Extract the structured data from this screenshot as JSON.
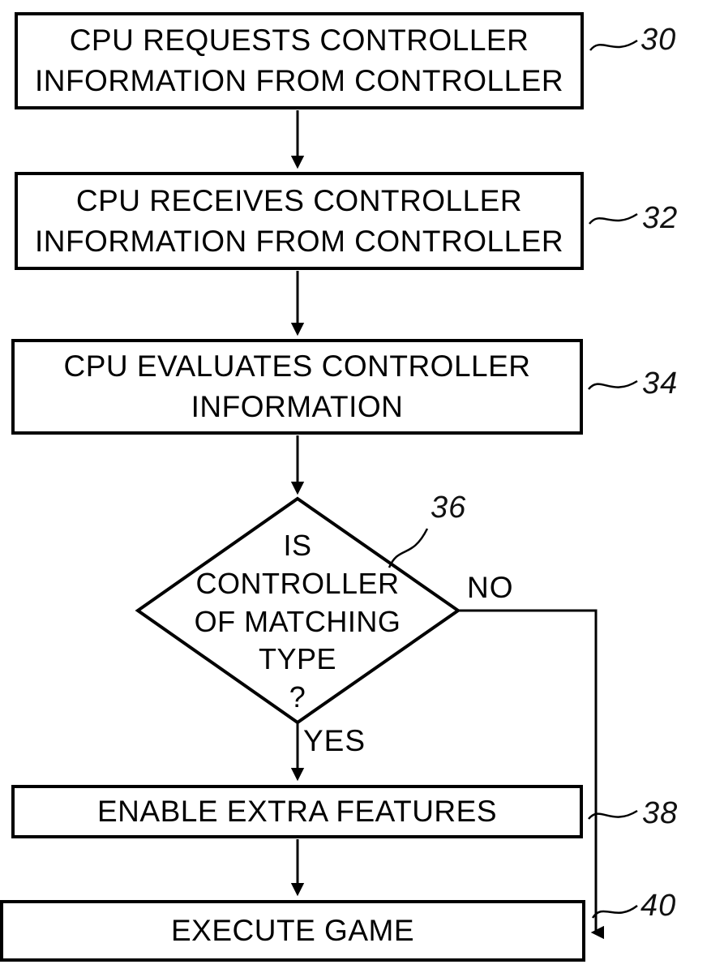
{
  "page": {
    "background": "#ffffff",
    "line_color": "#000000",
    "text_color": "#000000"
  },
  "flowchart": {
    "step1": {
      "text": "CPU REQUESTS CONTROLLER\nINFORMATION FROM CONTROLLER",
      "ref": "30"
    },
    "step2": {
      "text": "CPU RECEIVES CONTROLLER\nINFORMATION FROM CONTROLLER",
      "ref": "32"
    },
    "step3": {
      "text": "CPU EVALUATES CONTROLLER\nINFORMATION",
      "ref": "34"
    },
    "decision": {
      "text": "IS\nCONTROLLER\nOF MATCHING\nTYPE\n?",
      "ref": "36",
      "yes_label": "YES",
      "no_label": "NO"
    },
    "step4": {
      "text": "ENABLE EXTRA FEATURES",
      "ref": "38"
    },
    "step5": {
      "text": "EXECUTE GAME",
      "ref": "40"
    }
  }
}
